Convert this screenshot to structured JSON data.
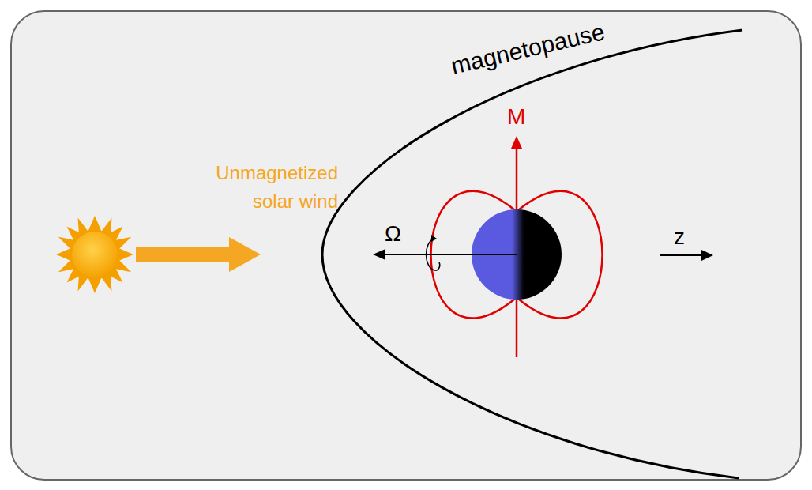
{
  "diagram": {
    "labels": [
      "magnetopause",
      "M",
      "Unmagnetized solar wind",
      "Ω",
      "z"
    ]
  }
}
